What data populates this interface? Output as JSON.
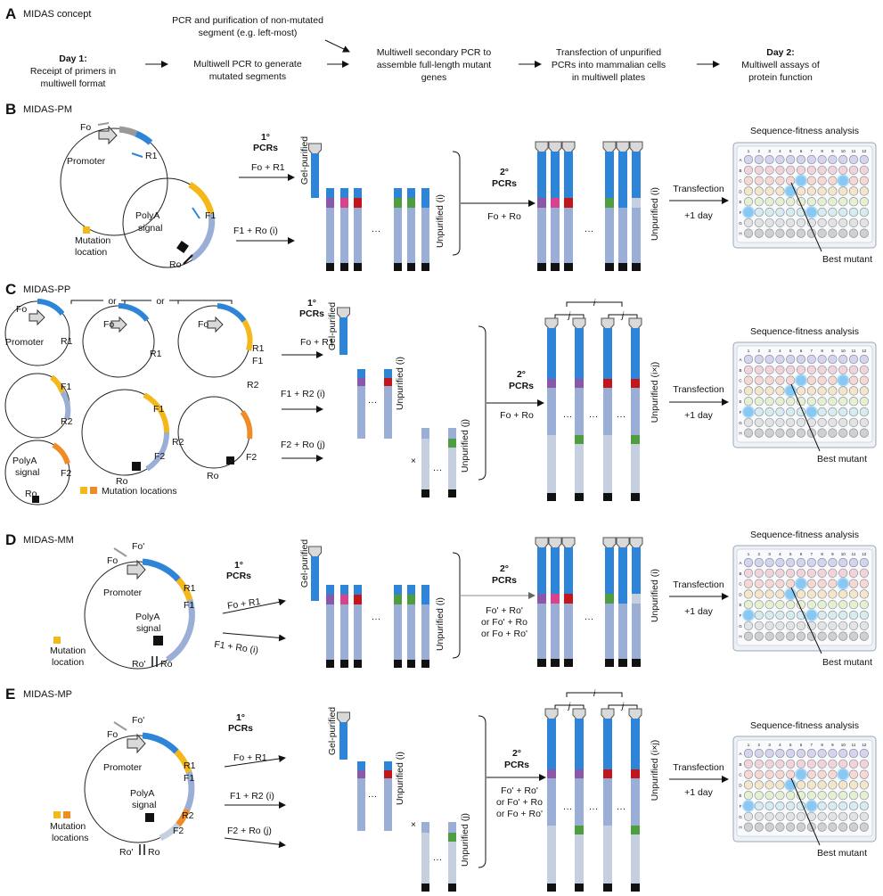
{
  "colors": {
    "blue": "#2e84d6",
    "lavender": "#9aaed6",
    "pale": "#c6cfe0",
    "purple": "#8a57a9",
    "magenta": "#d8438f",
    "red": "#c3161c",
    "green": "#4e9d41",
    "yellow": "#f4b81a",
    "orange": "#f08c26",
    "black": "#111111"
  },
  "panel_a": {
    "label": "A",
    "title": "MIDAS concept",
    "step1": [
      "Day 1:",
      "Receipt of primers in",
      "multiwell format"
    ],
    "step_top": [
      "PCR and purification of non-mutated",
      "segment (e.g. left-most)"
    ],
    "step2": [
      "Multiwell PCR to generate",
      "mutated segments"
    ],
    "step3": [
      "Multiwell secondary PCR to",
      "assemble full-length mutant",
      "genes"
    ],
    "step4": [
      "Transfection of unpurified",
      "PCRs into mammalian cells",
      "in multiwell plates"
    ],
    "step5": [
      "Day 2:",
      "Multiwell assays of",
      "protein function"
    ]
  },
  "common": {
    "promoter": "Promoter",
    "polya_1": "PolyA",
    "polya_2": "signal",
    "gel_purified": "Gel-purified",
    "unpurified_i": "Unpurified (i)",
    "unpurified_j": "Unpurified (j)",
    "unpurified_ixj": "Unpurified (i×j)",
    "primary": "1°",
    "pcrs": "PCRs",
    "secondary": "2°",
    "transfection": "Transfection",
    "plus_day": "+1 day",
    "sequence_fitness": "Sequence-fitness analysis",
    "best_mutant": "Best mutant",
    "ellipsis": "···",
    "times": "×",
    "i": "i",
    "j": "j",
    "or": "or",
    "mutation": "Mutation",
    "location": "location",
    "locations": "locations",
    "mutation_locations": "Mutation locations",
    "Fo": "Fo",
    "Ro": "Ro",
    "F1": "F1",
    "R1": "R1",
    "F2": "F2",
    "R2": "R2",
    "Fop": "Fo'",
    "Rop": "Ro'",
    "plate_rows": [
      "A",
      "B",
      "C",
      "D",
      "E",
      "F",
      "G",
      "H"
    ],
    "plate_cols": [
      "1",
      "2",
      "3",
      "4",
      "5",
      "6",
      "7",
      "8",
      "9",
      "10",
      "11",
      "12"
    ]
  },
  "panel_b": {
    "label": "B",
    "title": "MIDAS-PM",
    "pcr1": "Fo + R1",
    "pcr2": "F1 + Ro (i)",
    "pcr_sec": "Fo + Ro"
  },
  "panel_c": {
    "label": "C",
    "title": "MIDAS-PP",
    "pcr1": "Fo + R1",
    "pcr2": "F1 + R2 (i)",
    "pcr3": "F2 + Ro (j)",
    "pcr_sec": "Fo + Ro"
  },
  "panel_d": {
    "label": "D",
    "title": "MIDAS-MM",
    "pcr1": "Fo + R1",
    "pcr2": "F1 + Ro (i)",
    "pcr_sec": [
      "Fo' + Ro'",
      "or Fo' + Ro",
      "or Fo + Ro'"
    ]
  },
  "panel_e": {
    "label": "E",
    "title": "MIDAS-MP",
    "pcr1": "Fo + R1",
    "pcr2": "F1 + R2 (i)",
    "pcr3": "F2 + Ro (j)",
    "pcr_sec": [
      "Fo' + Ro'",
      "or Fo' + Ro",
      "or Fo + Ro'"
    ]
  }
}
